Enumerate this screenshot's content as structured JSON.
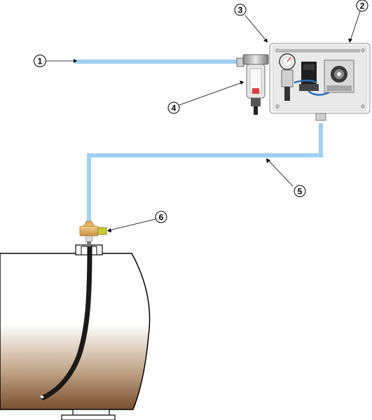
{
  "callouts": [
    {
      "id": "1",
      "label": "1"
    },
    {
      "id": "2",
      "label": "2"
    },
    {
      "id": "3",
      "label": "3"
    },
    {
      "id": "4",
      "label": "4"
    },
    {
      "id": "5",
      "label": "5"
    },
    {
      "id": "6",
      "label": "6"
    }
  ],
  "colors": {
    "air_line": "#9fd0ef",
    "fitting": "#e8b76a",
    "fitting_stroke": "#a8772b",
    "valve": "#c9c936",
    "hose": "#1a1a1a",
    "tank_outline": "#000000",
    "tank_fill_top": "#ffffff",
    "tank_fill_bottom": "#7a4f2f",
    "panel_bg": "#f2f2f2",
    "panel_stroke": "#9a9a9a"
  },
  "icons": {
    "filter": "compressed-air-filter-icon",
    "control_panel": "control-panel-icon",
    "tee_fitting": "tee-fitting-icon",
    "tank": "storage-tank-icon"
  }
}
